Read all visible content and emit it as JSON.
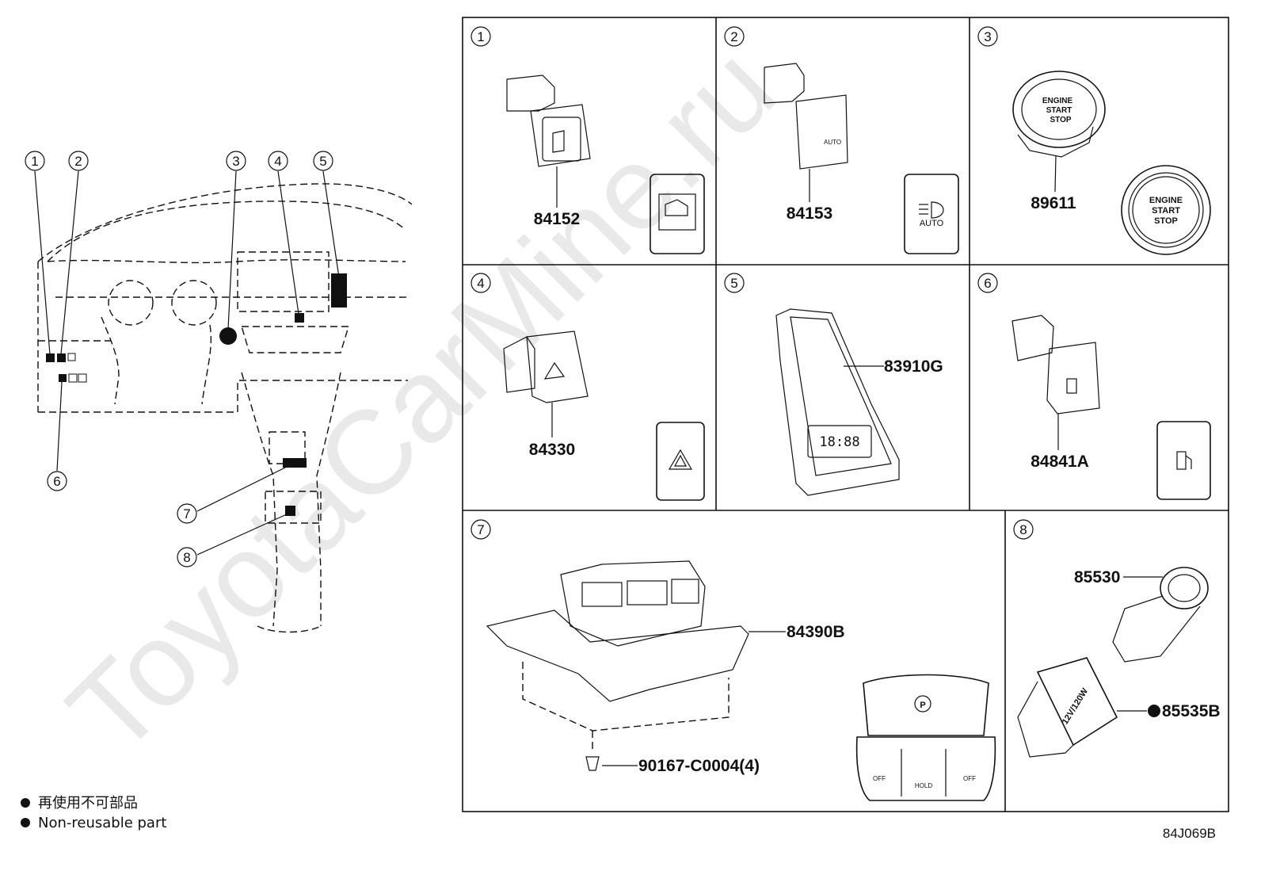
{
  "watermark": "ToyotaCarMine.ru",
  "callouts": [
    "1",
    "2",
    "3",
    "4",
    "5",
    "6",
    "7",
    "8"
  ],
  "panels": [
    {
      "num": "1",
      "part": "84152"
    },
    {
      "num": "2",
      "part": "84153",
      "icon_text": "AUTO"
    },
    {
      "num": "3",
      "part": "89611",
      "button_text": [
        "ENGINE",
        "START",
        "STOP"
      ]
    },
    {
      "num": "4",
      "part": "84330"
    },
    {
      "num": "5",
      "part": "83910G",
      "clock_text": "18:88"
    },
    {
      "num": "6",
      "part": "84841A"
    },
    {
      "num": "7",
      "part": "84390B",
      "screw": "90167-C0004(4)",
      "button_labels": [
        "OFF",
        "HOLD",
        "OFF"
      ]
    },
    {
      "num": "8",
      "part_a": "85530",
      "part_b": "85535B",
      "socket_text": "12V/120W"
    }
  ],
  "legend": {
    "jp": "再使用不可部品",
    "en": "Non-reusable part"
  },
  "figure_code": "84J069B"
}
